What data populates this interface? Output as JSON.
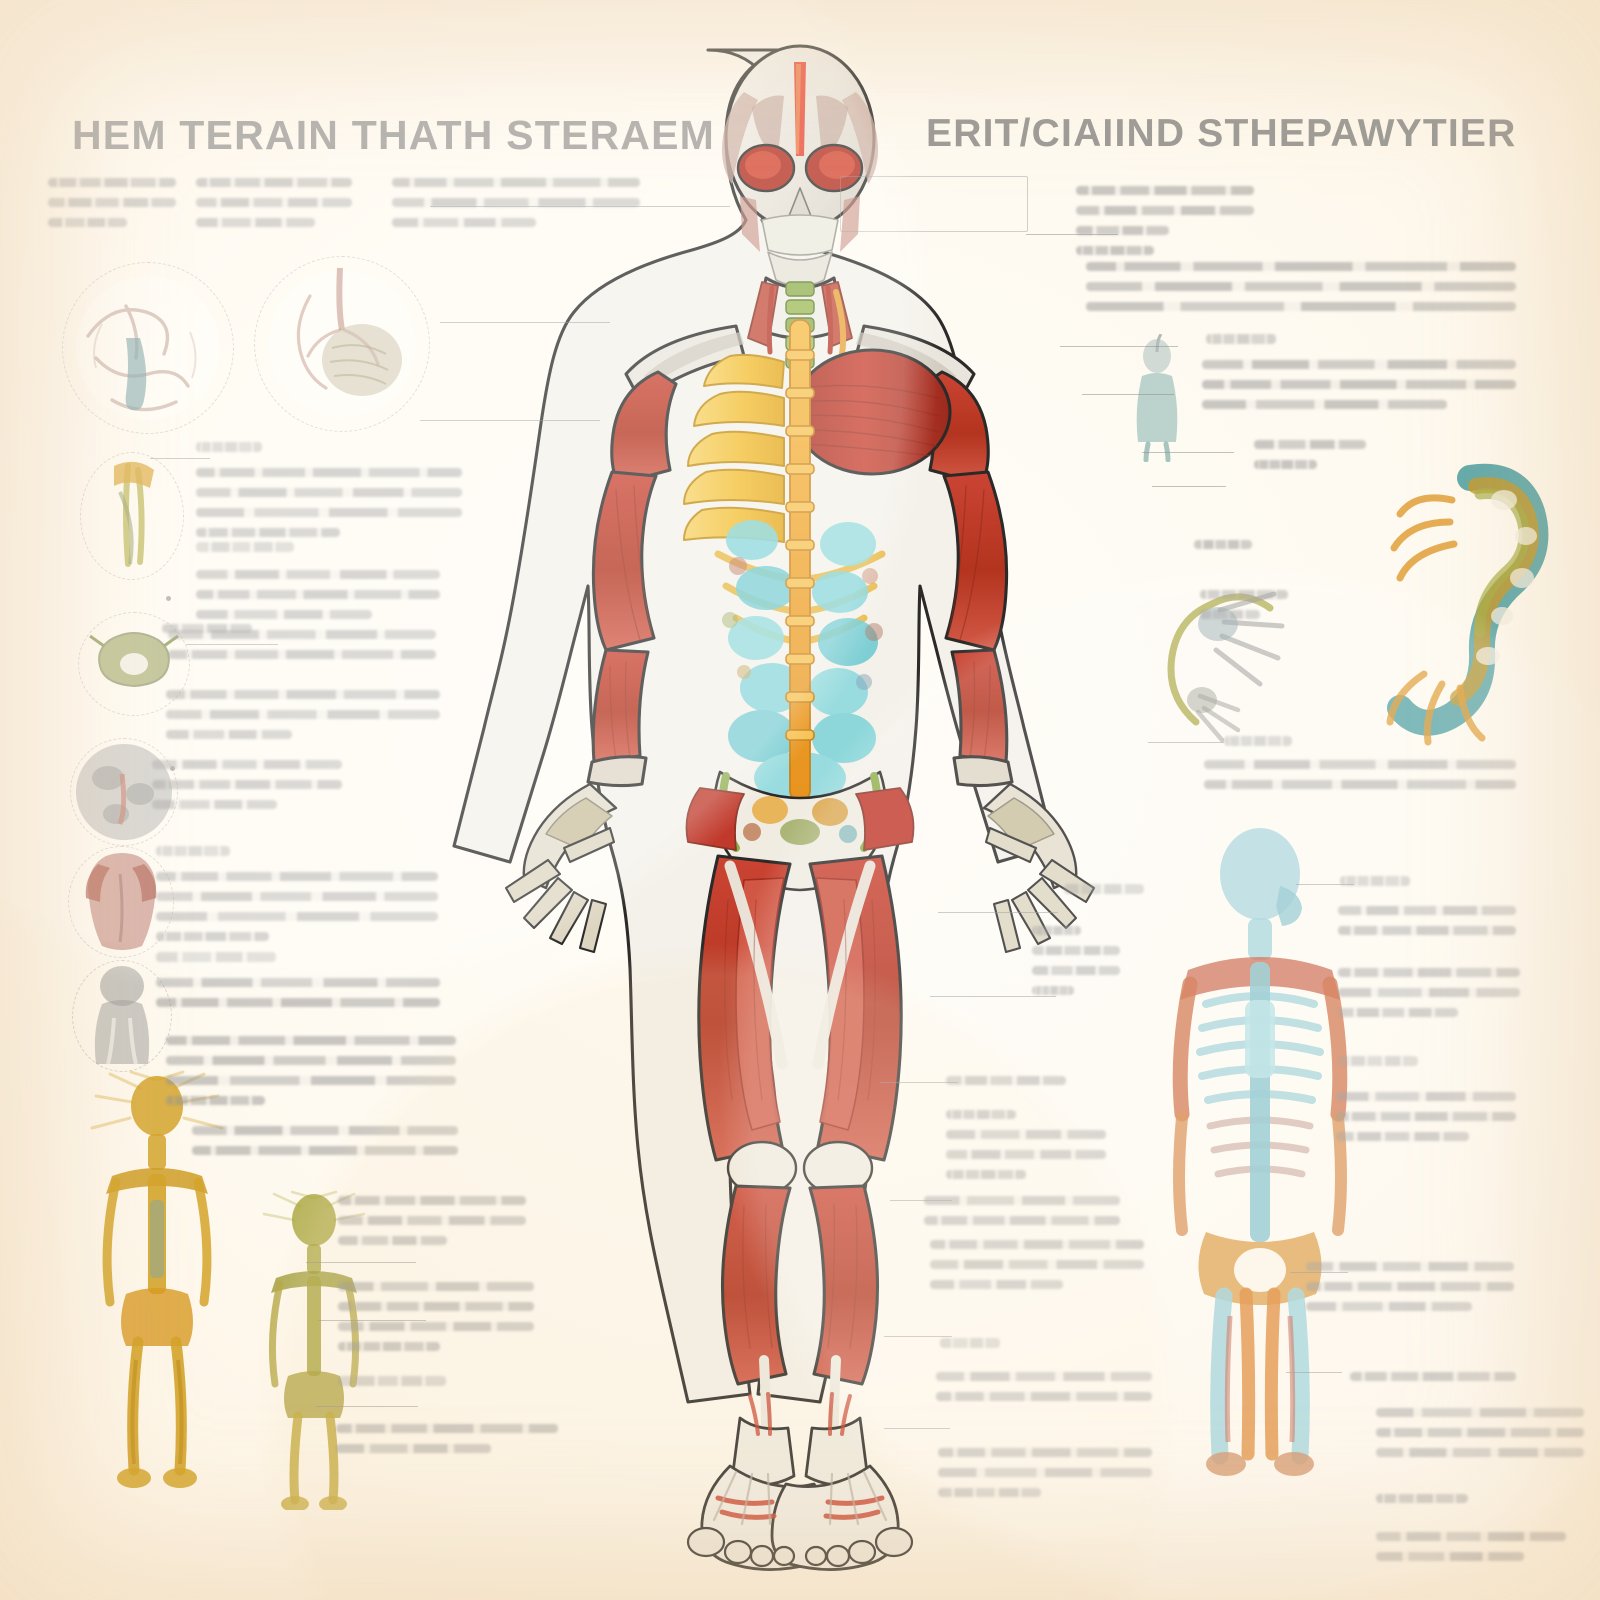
{
  "poster": {
    "background_hex": "#fdf3e3",
    "ink_hex": "#8d8b89",
    "type": "anatomical-infographic-poster",
    "titles": {
      "left": "HEM TERAIN THATH STERAEM",
      "right": "ERIT/CIAIIND STHEPAWYTIER"
    }
  },
  "palette": {
    "muscle_red": "#c0392b",
    "muscle_red_dark": "#9e2f22",
    "muscle_red_light": "#d9594a",
    "bone_white": "#f2efe9",
    "bone_shadow": "#d8d2c6",
    "rib_yellow": "#f5c33b",
    "rib_yellow_deep": "#e0a81c",
    "spine_orange": "#f0a32a",
    "viscera_cyan": "#7fd4d8",
    "viscera_cyan_deep": "#4fb8c0",
    "cervical_green": "#8aa84a",
    "nerve_gold": "#d4a42b",
    "nerve_olive": "#a9a53c",
    "skeleton_teal": "#9fd2d8",
    "skeleton_orange": "#e08a35",
    "outline_black": "#2b2a28",
    "text_gray": "#969492"
  },
  "figures": {
    "main": {
      "name": "Anterior full-body muscular-skeletal cutaway",
      "description": "Standing male figure, anterior view. Left half (viewer) shows yellow ribcage and bone; right half shows red pectoral and limb musculature. Cyan abdominal viscera and an orange vertebral column run down the midline.",
      "regions": [
        "skull",
        "facial-muscles",
        "cervical-spine",
        "pectorals",
        "ribcage",
        "abdominal-viscera",
        "pelvis",
        "arms",
        "hands",
        "thighs",
        "calves",
        "feet"
      ]
    },
    "left_insets": [
      {
        "name": "cross-section-vessel-teal",
        "tint": "#b4b0a8"
      },
      {
        "name": "cross-section-tissue-ochre",
        "tint": "#c2b89c"
      },
      {
        "name": "nerve-bundle-detail",
        "tint": "#b7b045"
      },
      {
        "name": "vertebra-cross-section",
        "tint": "#9aa05a"
      },
      {
        "name": "gray-tissue-sphere",
        "tint": "#a6a6a2"
      },
      {
        "name": "torso-posterior-detail",
        "tint": "#b9776a"
      },
      {
        "name": "gray-figure-detail",
        "tint": "#a3a3a0"
      }
    ],
    "left_bottom": [
      {
        "name": "nervous-system-figure-gold",
        "tint": "#d4a42b"
      },
      {
        "name": "nervous-system-figure-olive",
        "tint": "#a9a53c"
      }
    ],
    "right_insets": [
      {
        "name": "small-teal-body-figure",
        "tint": "#9fc4c2"
      },
      {
        "name": "neuron-cell-diagram",
        "tint": "#a9a53c"
      },
      {
        "name": "spinal-cord-segment",
        "tint": "#e09a2d"
      },
      {
        "name": "skeletal-vascular-figure",
        "tint": "#9fd2d8"
      }
    ]
  },
  "text_blocks": {
    "note": "All body copy on this poster is rendered as illegible simulated text (blurred gray word-shapes). No readable wording is present.",
    "legible_text_count": 2,
    "left_column": [
      {
        "id": "l1",
        "lines": 3
      },
      {
        "id": "l2",
        "lines": 3
      },
      {
        "id": "l3",
        "lines": 3
      },
      {
        "id": "l4",
        "lines": 4
      },
      {
        "id": "l5",
        "lines": 1
      },
      {
        "id": "l6",
        "lines": 3
      },
      {
        "id": "l7",
        "lines": 2
      },
      {
        "id": "l8",
        "lines": 2
      },
      {
        "id": "l9",
        "lines": 3
      },
      {
        "id": "l10",
        "lines": 3
      },
      {
        "id": "l11",
        "lines": 4
      },
      {
        "id": "l12",
        "lines": 3
      },
      {
        "id": "l13",
        "lines": 2
      },
      {
        "id": "l14",
        "lines": 4
      },
      {
        "id": "l15",
        "lines": 2
      },
      {
        "id": "l16",
        "lines": 4
      },
      {
        "id": "l17",
        "lines": 2
      }
    ],
    "right_column": [
      {
        "id": "r1",
        "lines": 3
      },
      {
        "id": "r2",
        "lines": 4
      },
      {
        "id": "r3",
        "lines": 3
      },
      {
        "id": "r4",
        "lines": 3
      },
      {
        "id": "r5",
        "lines": 2
      },
      {
        "id": "r6",
        "lines": 2
      },
      {
        "id": "r7",
        "lines": 3
      },
      {
        "id": "r8",
        "lines": 1
      },
      {
        "id": "r9",
        "lines": 4
      },
      {
        "id": "r10",
        "lines": 3
      },
      {
        "id": "r11",
        "lines": 3
      },
      {
        "id": "r12",
        "lines": 4
      },
      {
        "id": "r13",
        "lines": 3
      },
      {
        "id": "r14",
        "lines": 3
      },
      {
        "id": "r15",
        "lines": 3
      },
      {
        "id": "r16",
        "lines": 3
      }
    ]
  }
}
